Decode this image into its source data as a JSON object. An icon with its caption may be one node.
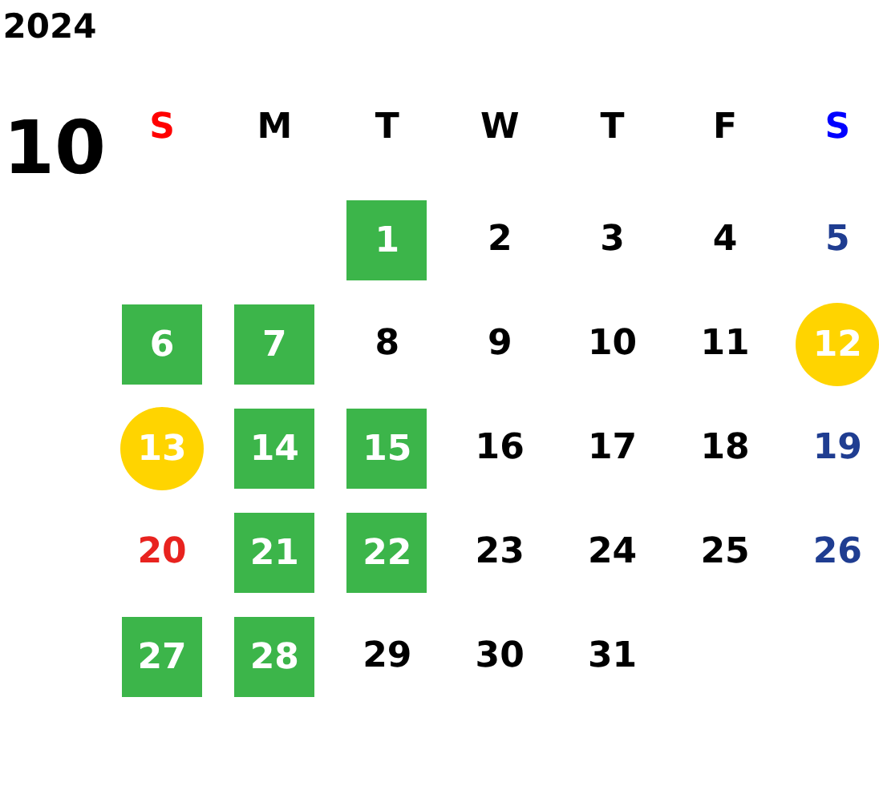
{
  "diagram": {
    "nodes": [
      {
        "text": [
          "1"
        ]
      },
      {
        "text": [
          "6"
        ]
      },
      {
        "text": [
          "7"
        ]
      },
      {
        "text": [
          "12"
        ]
      },
      {
        "text": [
          "13"
        ]
      },
      {
        "text": [
          "14"
        ]
      },
      {
        "text": [
          "15"
        ]
      },
      {
        "text": [
          "21"
        ]
      },
      {
        "text": [
          "22"
        ]
      },
      {
        "text": [
          "27"
        ]
      },
      {
        "text": [
          "28"
        ]
      }
    ],
    "labels": [
      "2024",
      "10",
      "S",
      "M",
      "T",
      "W",
      "T",
      "F",
      "S",
      "2",
      "3",
      "4",
      "5",
      "8",
      "9",
      "10",
      "11",
      "16",
      "17",
      "18",
      "19",
      "20",
      "23",
      "24",
      "25",
      "26",
      "29",
      "30",
      "31"
    ]
  }
}
